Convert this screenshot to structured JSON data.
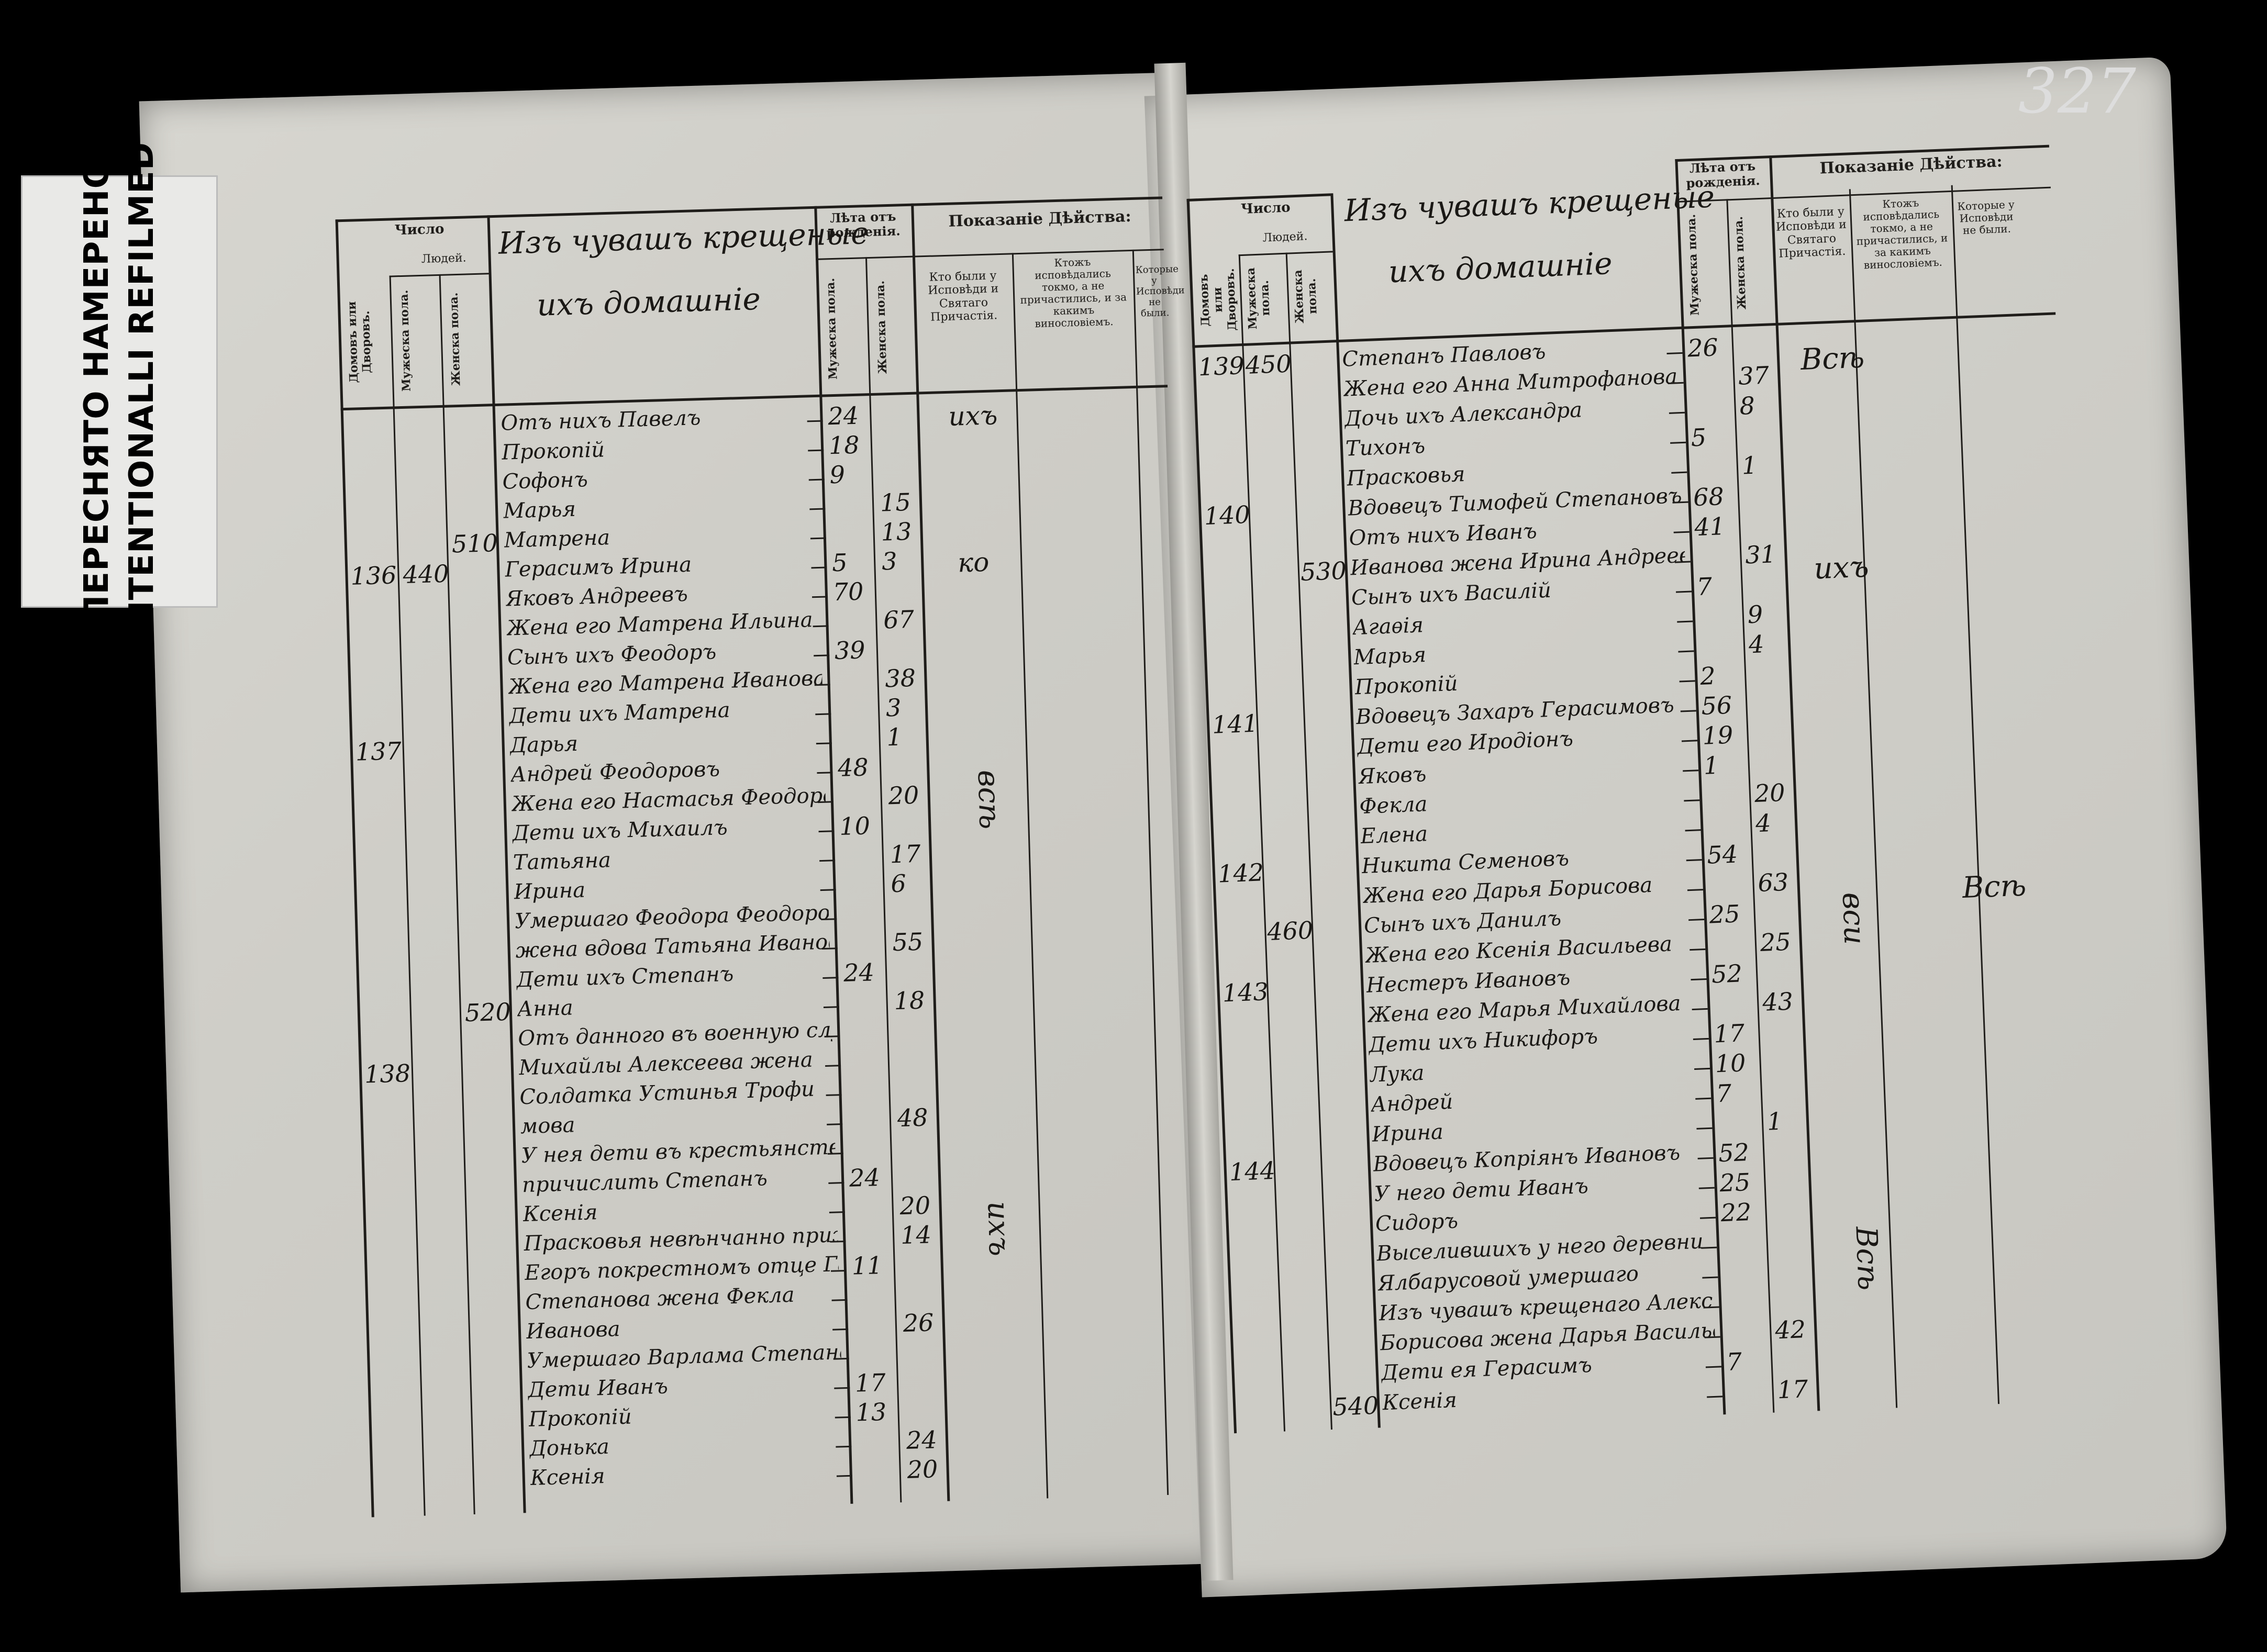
{
  "refilm_label": {
    "line1": "ПЕРЕСНЯТО НАМЕРЕНО",
    "line2": "INTENTIONALLI REFILMED"
  },
  "page_number": "327",
  "left": {
    "header": {
      "chislo": "Число",
      "lyudey": "Людей.",
      "domov": "Домовъ или Дворовъ.",
      "muzh": "Мужеска пола.",
      "zhen": "Женска пола.",
      "leta": "Лѣта отъ рожденія.",
      "muzh2": "Мужеска пола.",
      "zhen2": "Женска пола.",
      "pokazanie": "Показаніе Дѣйства:",
      "col1": "Кто были у Исповѣди и Святаго Причастія.",
      "col2": "Ктожъ исповѣдались токмо, а не причастились, и за какимъ винословіемъ.",
      "col3": "Которые у Исповѣди не были."
    },
    "title_line1": "Изъ чувашъ крещеные",
    "title_line2": "ихъ домашніе",
    "entries": [
      {
        "house": "",
        "m": "",
        "f": "",
        "text": "Отъ нихъ Павелъ",
        "age_m": "24",
        "age_f": ""
      },
      {
        "house": "",
        "m": "",
        "f": "",
        "text": "Прокопій",
        "age_m": "18",
        "age_f": ""
      },
      {
        "house": "",
        "m": "",
        "f": "",
        "text": "Софонъ",
        "age_m": "9",
        "age_f": ""
      },
      {
        "house": "",
        "m": "",
        "f": "",
        "text": "Марья",
        "age_m": "",
        "age_f": "15"
      },
      {
        "house": "",
        "m": "",
        "f": "510",
        "text": "Матрена",
        "age_m": "",
        "age_f": "13"
      },
      {
        "house": "136",
        "m": "440",
        "f": "",
        "text": "Герасимъ Ирина",
        "age_m": "5",
        "age_f": "3"
      },
      {
        "house": "",
        "m": "",
        "f": "",
        "text": "Яковъ Андреевъ",
        "age_m": "70",
        "age_f": ""
      },
      {
        "house": "",
        "m": "",
        "f": "",
        "text": "Жена его Матрена Ильина",
        "age_m": "",
        "age_f": "67"
      },
      {
        "house": "",
        "m": "",
        "f": "",
        "text": "Сынъ ихъ Феодоръ",
        "age_m": "39",
        "age_f": ""
      },
      {
        "house": "",
        "m": "",
        "f": "",
        "text": "Жена его Матрена Иванова",
        "age_m": "",
        "age_f": "38"
      },
      {
        "house": "",
        "m": "",
        "f": "",
        "text": "Дети ихъ Матрена",
        "age_m": "",
        "age_f": "3"
      },
      {
        "house": "137",
        "m": "",
        "f": "",
        "text": "Дарья",
        "age_m": "",
        "age_f": "1"
      },
      {
        "house": "",
        "m": "",
        "f": "",
        "text": "Андрей Феодоровъ",
        "age_m": "48",
        "age_f": ""
      },
      {
        "house": "",
        "m": "",
        "f": "",
        "text": "Жена его Настасья Феодорова",
        "age_m": "",
        "age_f": "20"
      },
      {
        "house": "",
        "m": "",
        "f": "",
        "text": "Дети ихъ Михаилъ",
        "age_m": "10",
        "age_f": ""
      },
      {
        "house": "",
        "m": "",
        "f": "",
        "text": "Татьяна",
        "age_m": "",
        "age_f": "17"
      },
      {
        "house": "",
        "m": "",
        "f": "",
        "text": "Ирина",
        "age_m": "",
        "age_f": "6"
      },
      {
        "house": "",
        "m": "",
        "f": "",
        "text": "Умершаго Феодора Феодорова",
        "age_m": "",
        "age_f": ""
      },
      {
        "house": "",
        "m": "",
        "f": "",
        "text": "жена вдова Татьяна Иванова",
        "age_m": "",
        "age_f": "55"
      },
      {
        "house": "",
        "m": "",
        "f": "",
        "text": "Дети ихъ Степанъ",
        "age_m": "24",
        "age_f": ""
      },
      {
        "house": "",
        "m": "",
        "f": "520",
        "text": "Анна",
        "age_m": "",
        "age_f": "18"
      },
      {
        "house": "",
        "m": "",
        "f": "",
        "text": "Отъ данного въ военную службу",
        "age_m": "",
        "age_f": ""
      },
      {
        "house": "138",
        "m": "",
        "f": "",
        "text": "Михайлы Алексеева жена",
        "age_m": "",
        "age_f": ""
      },
      {
        "house": "",
        "m": "",
        "f": "",
        "text": "Солдатка Устинья Трофи",
        "age_m": "",
        "age_f": ""
      },
      {
        "house": "",
        "m": "",
        "f": "",
        "text": "мова",
        "age_m": "",
        "age_f": "48"
      },
      {
        "house": "",
        "m": "",
        "f": "",
        "text": "У нея дети въ крестьянство",
        "age_m": "",
        "age_f": ""
      },
      {
        "house": "",
        "m": "",
        "f": "",
        "text": "причислить Степанъ",
        "age_m": "24",
        "age_f": ""
      },
      {
        "house": "",
        "m": "",
        "f": "",
        "text": "Ксенія",
        "age_m": "",
        "age_f": "20"
      },
      {
        "house": "",
        "m": "",
        "f": "",
        "text": "Прасковья невѣнчанно прижитое",
        "age_m": "",
        "age_f": "14"
      },
      {
        "house": "",
        "m": "",
        "f": "",
        "text": "Егоръ покрестномъ отце Гавриловъ",
        "age_m": "11",
        "age_f": ""
      },
      {
        "house": "",
        "m": "",
        "f": "",
        "text": "Степанова жена Фекла",
        "age_m": "",
        "age_f": ""
      },
      {
        "house": "",
        "m": "",
        "f": "",
        "text": "Иванова",
        "age_m": "",
        "age_f": "26"
      },
      {
        "house": "",
        "m": "",
        "f": "",
        "text": "Умершаго Варлама Степанова",
        "age_m": "",
        "age_f": ""
      },
      {
        "house": "",
        "m": "",
        "f": "",
        "text": "Дети Иванъ",
        "age_m": "17",
        "age_f": ""
      },
      {
        "house": "",
        "m": "",
        "f": "",
        "text": "Прокопій",
        "age_m": "13",
        "age_f": ""
      },
      {
        "house": "",
        "m": "",
        "f": "",
        "text": "Донька",
        "age_m": "",
        "age_f": "24"
      },
      {
        "house": "",
        "m": "",
        "f": "",
        "text": "Ксенія",
        "age_m": "",
        "age_f": "20"
      }
    ],
    "marks": [
      "ихъ",
      "ко",
      "всѣ",
      "ихъ"
    ]
  },
  "right": {
    "header": {
      "chislo": "Число",
      "lyudey": "Людей.",
      "domov": "Домовъ или Дворовъ.",
      "muzh": "Мужеска пола.",
      "zhen": "Женска пола.",
      "leta": "Лѣта отъ рожденія.",
      "muzh2": "Мужеска пола.",
      "zhen2": "Женска пола.",
      "pokazanie": "Показаніе Дѣйства:",
      "col1": "Кто были у Исповѣди и Святаго Причастія.",
      "col2": "Ктожъ исповѣдались токмо, а не причастились, и за какимъ винословіемъ.",
      "col3": "Которые у Исповѣди не были."
    },
    "title_line1": "Изъ чувашъ крещеные",
    "title_line2": "ихъ домашніе",
    "entries": [
      {
        "house": "139",
        "m": "450",
        "f": "",
        "text": "Степанъ Павловъ",
        "age_m": "26",
        "age_f": ""
      },
      {
        "house": "",
        "m": "",
        "f": "",
        "text": "Жена его Анна Митрофанова",
        "age_m": "",
        "age_f": "37"
      },
      {
        "house": "",
        "m": "",
        "f": "",
        "text": "Дочь ихъ Александра",
        "age_m": "",
        "age_f": "8"
      },
      {
        "house": "",
        "m": "",
        "f": "",
        "text": "Тихонъ",
        "age_m": "5",
        "age_f": ""
      },
      {
        "house": "",
        "m": "",
        "f": "",
        "text": "Прасковья",
        "age_m": "",
        "age_f": "1"
      },
      {
        "house": "140",
        "m": "",
        "f": "",
        "text": "Вдовецъ Тимофей Степановъ",
        "age_m": "68",
        "age_f": ""
      },
      {
        "house": "",
        "m": "",
        "f": "",
        "text": "Отъ нихъ Иванъ",
        "age_m": "41",
        "age_f": ""
      },
      {
        "house": "",
        "m": "",
        "f": "530",
        "text": "Иванова жена Ирина Андреева",
        "age_m": "",
        "age_f": "31"
      },
      {
        "house": "",
        "m": "",
        "f": "",
        "text": "Сынъ ихъ Василій",
        "age_m": "7",
        "age_f": ""
      },
      {
        "house": "",
        "m": "",
        "f": "",
        "text": "Агаѳія",
        "age_m": "",
        "age_f": "9"
      },
      {
        "house": "",
        "m": "",
        "f": "",
        "text": "Марья",
        "age_m": "",
        "age_f": "4"
      },
      {
        "house": "",
        "m": "",
        "f": "",
        "text": "Прокопій",
        "age_m": "2",
        "age_f": ""
      },
      {
        "house": "141",
        "m": "",
        "f": "",
        "text": "Вдовецъ Захаръ Герасимовъ",
        "age_m": "56",
        "age_f": ""
      },
      {
        "house": "",
        "m": "",
        "f": "",
        "text": "Дети его Иродіонъ",
        "age_m": "19",
        "age_f": ""
      },
      {
        "house": "",
        "m": "",
        "f": "",
        "text": "Яковъ",
        "age_m": "1",
        "age_f": ""
      },
      {
        "house": "",
        "m": "",
        "f": "",
        "text": "Фекла",
        "age_m": "",
        "age_f": "20"
      },
      {
        "house": "",
        "m": "",
        "f": "",
        "text": "Елена",
        "age_m": "",
        "age_f": "4"
      },
      {
        "house": "142",
        "m": "",
        "f": "",
        "text": "Никита Семеновъ",
        "age_m": "54",
        "age_f": ""
      },
      {
        "house": "",
        "m": "",
        "f": "",
        "text": "Жена его Дарья Борисова",
        "age_m": "",
        "age_f": "63"
      },
      {
        "house": "",
        "m": "460",
        "f": "",
        "text": "Сынъ ихъ Данилъ",
        "age_m": "25",
        "age_f": ""
      },
      {
        "house": "",
        "m": "",
        "f": "",
        "text": "Жена его Ксенія Васильева",
        "age_m": "",
        "age_f": "25"
      },
      {
        "house": "143",
        "m": "",
        "f": "",
        "text": "Нестеръ Ивановъ",
        "age_m": "52",
        "age_f": ""
      },
      {
        "house": "",
        "m": "",
        "f": "",
        "text": "Жена его Марья Михайлова",
        "age_m": "",
        "age_f": "43"
      },
      {
        "house": "",
        "m": "",
        "f": "",
        "text": "Дети ихъ Никифоръ",
        "age_m": "17",
        "age_f": ""
      },
      {
        "house": "",
        "m": "",
        "f": "",
        "text": "Лука",
        "age_m": "10",
        "age_f": ""
      },
      {
        "house": "",
        "m": "",
        "f": "",
        "text": "Андрей",
        "age_m": "7",
        "age_f": ""
      },
      {
        "house": "",
        "m": "",
        "f": "",
        "text": "Ирина",
        "age_m": "",
        "age_f": "1"
      },
      {
        "house": "144",
        "m": "",
        "f": "",
        "text": "Вдовецъ Копріянъ Ивановъ",
        "age_m": "52",
        "age_f": ""
      },
      {
        "house": "",
        "m": "",
        "f": "",
        "text": "У него дети Иванъ",
        "age_m": "25",
        "age_f": ""
      },
      {
        "house": "",
        "m": "",
        "f": "",
        "text": "Сидоръ",
        "age_m": "22",
        "age_f": ""
      },
      {
        "house": "",
        "m": "",
        "f": "",
        "text": "Выселившихъ у него деревни",
        "age_m": "",
        "age_f": ""
      },
      {
        "house": "",
        "m": "",
        "f": "",
        "text": "Ялбарусовой умершаго",
        "age_m": "",
        "age_f": ""
      },
      {
        "house": "",
        "m": "",
        "f": "",
        "text": "Изъ чувашъ крещенаго Алексея",
        "age_m": "",
        "age_f": ""
      },
      {
        "house": "",
        "m": "",
        "f": "",
        "text": "Борисова жена Дарья Васильева",
        "age_m": "",
        "age_f": "42"
      },
      {
        "house": "",
        "m": "",
        "f": "",
        "text": "Дети ея Герасимъ",
        "age_m": "7",
        "age_f": ""
      },
      {
        "house": "",
        "m": "",
        "f": "540",
        "text": "Ксенія",
        "age_m": "",
        "age_f": "17"
      }
    ],
    "marks": [
      "Всѣ",
      "ихъ",
      "вси",
      "Всѣ",
      "Всѣ"
    ]
  }
}
